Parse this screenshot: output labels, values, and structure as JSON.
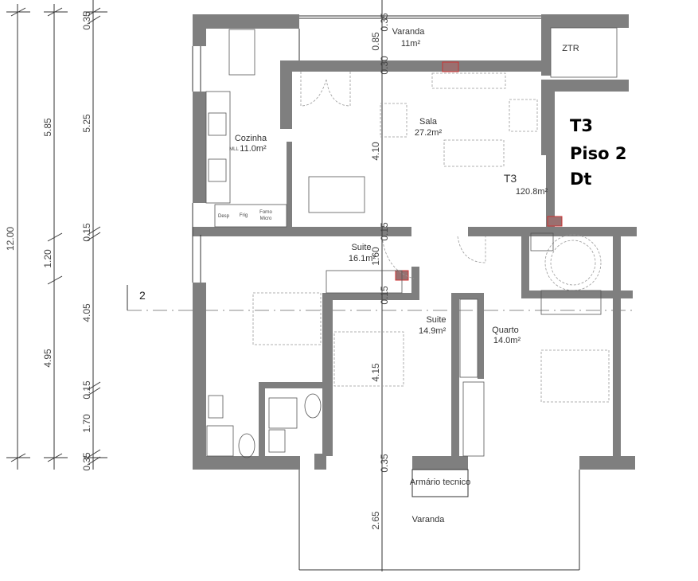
{
  "title": {
    "line1": "T3",
    "line2": "Piso 2",
    "line3": "Dt"
  },
  "rooms": {
    "varanda_top": {
      "name": "Varanda",
      "area": "11m²"
    },
    "ztr": {
      "name": "ZTR"
    },
    "cozinha": {
      "name": "Cozinha",
      "area": "11.0m²"
    },
    "sala": {
      "name": "Sala",
      "area": "27.2m²"
    },
    "t3": {
      "name": "T3",
      "area": "120.8m²"
    },
    "suite1": {
      "name": "Suite",
      "area": "16.1m²"
    },
    "suite2": {
      "name": "Suite",
      "area": "14.9m²"
    },
    "quarto": {
      "name": "Quarto",
      "area": "14.0m²"
    },
    "armario": {
      "name": "Armário tecnico"
    },
    "varanda_bottom": {
      "name": "Varanda"
    }
  },
  "kitchen_labels": {
    "mll": "MLL",
    "desp": "Desp",
    "frig": "Frig",
    "forno": "Forno",
    "micro": "Micro"
  },
  "section_marker": "2",
  "dimensions": {
    "col1": [
      "12.00"
    ],
    "col2": [
      "5.85",
      "1.20",
      "4.95"
    ],
    "col3": [
      "0.35",
      "5.25",
      "0.15",
      "4.05",
      "0.15",
      "1.70",
      "0.35"
    ],
    "interior": [
      "0.35",
      "0.85",
      "0.30",
      "4.10",
      "0.15",
      "1.60",
      "0.15",
      "4.15",
      "0.35",
      "2.65"
    ]
  },
  "colors": {
    "wall": "#7f7f7f",
    "shaft": "#c33333",
    "line": "#333333"
  }
}
